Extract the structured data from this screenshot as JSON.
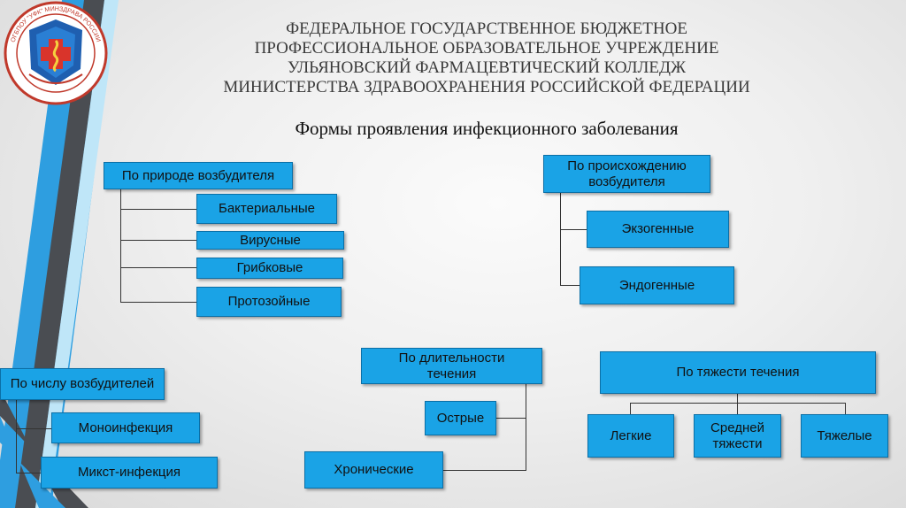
{
  "header": {
    "line1": "ФЕДЕРАЛЬНОЕ ГОСУДАРСТВЕННОЕ БЮДЖЕТНОЕ",
    "line2": "ПРОФЕССИОНАЛЬНОЕ ОБРАЗОВАТЕЛЬНОЕ УЧРЕЖДЕНИЕ",
    "line3": "УЛЬЯНОВСКИЙ  ФАРМАЦЕВТИЧЕСКИЙ  КОЛЛЕДЖ",
    "line4": "МИНИСТЕРСТВА ЗДРАВООХРАНЕНИЯ РОССИЙСКОЙ ФЕДЕРАЦИИ"
  },
  "logo": {
    "text": "ОГБПОУ \"УФК\" МИНЗДРАВА РОССИИ"
  },
  "title": "Формы проявления инфекционного заболевания",
  "colors": {
    "box": "#1aa3e6",
    "stripe_blue": "#2e9ee0",
    "stripe_gray": "#55585c",
    "line": "#333333"
  },
  "groups": {
    "nature": {
      "heading": "По природе возбудителя",
      "items": [
        "Бактериальные",
        "Вирусные",
        "Грибковые",
        "Протозойные"
      ]
    },
    "origin": {
      "heading_line1": "По происхождению",
      "heading_line2": "возбудителя",
      "items": [
        "Экзогенные",
        "Эндогенные"
      ]
    },
    "count": {
      "heading": "По числу возбудителей",
      "items": [
        "Моноинфекция",
        "Микст-инфекция"
      ]
    },
    "duration": {
      "heading_line1": "По длительности",
      "heading_line2": "течения",
      "items": [
        "Острые",
        "Хронические"
      ]
    },
    "severity": {
      "heading": "По тяжести течения",
      "items": [
        "Легкие",
        "Средней тяжести",
        "Тяжелые"
      ],
      "item2_line1": "Средней",
      "item2_line2": "тяжести"
    }
  }
}
